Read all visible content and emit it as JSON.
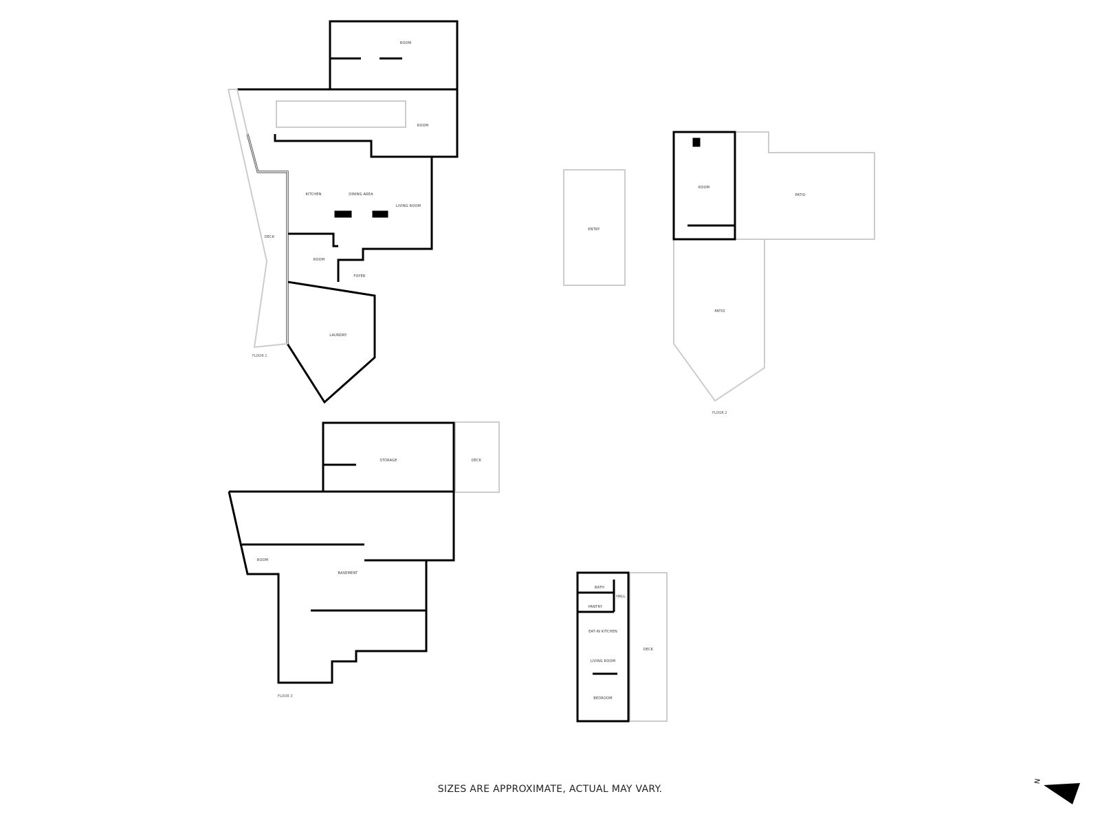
{
  "floor_plan": {
    "floors": [
      {
        "name": "FLOOR 1",
        "rooms": [
          "ROOM",
          "ROOM",
          "KITCHEN",
          "DINING AREA",
          "LIVING ROOM",
          "DECK",
          "ROOM",
          "FOYER",
          "LAUNDRY"
        ]
      },
      {
        "name": "FLOOR 2",
        "rooms": [
          "ROOM",
          "PATIO",
          "PATIO"
        ]
      },
      {
        "name": "",
        "rooms": [
          "ENTRY"
        ]
      },
      {
        "name": "FLOOR 3",
        "rooms": [
          "STORAGE",
          "DECK",
          "ROOM",
          "BASEMENT"
        ]
      },
      {
        "name": "",
        "rooms": [
          "BATH",
          "HALL",
          "PANTRY",
          "EAT-IN KITCHEN",
          "LIVING ROOM",
          "BEDROOM",
          "DECK"
        ]
      }
    ],
    "labels": {
      "f1_room_top": "ROOM",
      "f1_room_mid": "ROOM",
      "f1_kitchen": "KITCHEN",
      "f1_dining": "DINING AREA",
      "f1_living": "LIVING ROOM",
      "f1_deck": "DECK",
      "f1_room_small": "ROOM",
      "f1_foyer": "FOYER",
      "f1_laundry": "LAUNDRY",
      "f1_floor": "FLOOR 1",
      "entry": "ENTRY",
      "f2_room": "ROOM",
      "f2_patio_right": "PATIO",
      "f2_patio_bottom": "PATIO",
      "f2_floor": "FLOOR 2",
      "f3_storage": "STORAGE",
      "f3_deck": "DECK",
      "f3_room": "ROOM",
      "f3_basement": "BASEMENT",
      "f3_floor": "FLOOR 3",
      "g_bath": "BATH",
      "g_hall": "HALL",
      "g_pantry": "PANTRY",
      "g_kitchen": "EAT-IN KITCHEN",
      "g_living": "LIVING ROOM",
      "g_bedroom": "BEDROOM",
      "g_deck": "DECK"
    },
    "compass": {
      "label": "N"
    },
    "disclaimer": "SIZES ARE APPROXIMATE, ACTUAL MAY VARY."
  }
}
